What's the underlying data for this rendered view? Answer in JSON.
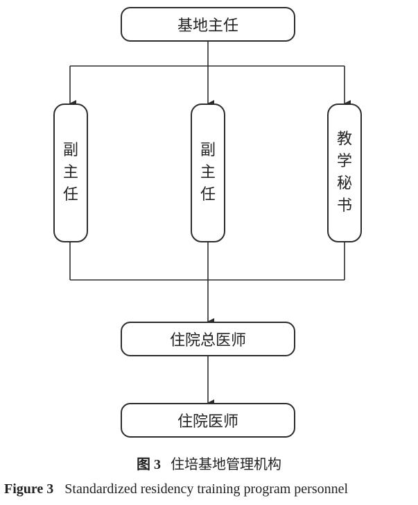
{
  "nodes": {
    "director": "基地主任",
    "deputy_left": [
      "副",
      "主",
      "任"
    ],
    "deputy_mid": [
      "副",
      "主",
      "任"
    ],
    "secretary": [
      "教",
      "学",
      "秘",
      "书"
    ],
    "chief_resident": "住院总医师",
    "resident": "住院医师"
  },
  "caption": {
    "cn_label": "图 3",
    "cn_title": "住培基地管理机构",
    "en_label": "Figure 3",
    "en_title": "Standardized residency training program personnel"
  }
}
